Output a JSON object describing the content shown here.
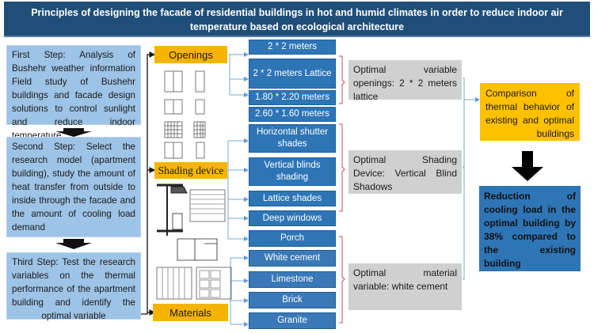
{
  "title": "Principles of designing the facade of residential buildings in hot and humid climates in order to reduce indoor air temperature based on ecological architecture",
  "steps": [
    {
      "label": "First Step: Analysis of Bushehr weather information Field study of Bushehr buildings and facade design solutions to control sunlight and reduce indoor temperature"
    },
    {
      "label": "Second Step: Select the research model (apartment building), study the amount of heat transfer from outside to inside through the facade and the amount of cooling load demand"
    },
    {
      "label": "Third Step: Test the research variables on the thermal performance of the apartment building and identify the optimal variable"
    }
  ],
  "categories": {
    "openings": "Openings",
    "shading": "Shading device",
    "materials": "Materials"
  },
  "options": {
    "openings": [
      "2 * 2 meters",
      "2 * 2 meters Lattice",
      "1.80 * 2.20 meters",
      "2.60 * 1.60 meters"
    ],
    "shading": [
      "Horizontal shutter shades",
      "Vertical blinds shading",
      "Lattice shades",
      "Deep windows",
      "Porch"
    ],
    "materials": [
      "White cement",
      "Limestone",
      "Brick",
      "Granite"
    ]
  },
  "results": {
    "openings": "Optimal variable openings: 2 * 2 meters lattice",
    "shading": "Optimal Shading Device: Vertical Blind Shadows",
    "materials": "Optimal material variable: white cement"
  },
  "comparison": "Comparison of thermal behavior of existing and optimal buildings",
  "conclusion": "Reduction of cooling load in the optimal building by 38% compared to the existing building",
  "colors": {
    "title_bg": "#1f4e79",
    "step_bg": "#9dc3e6",
    "category_bg": "#f5b400",
    "option_bg": "#2e75b6",
    "result_bg": "#d0d0d0",
    "bracket": "#c0504d",
    "connector": "#7aa7cf"
  }
}
